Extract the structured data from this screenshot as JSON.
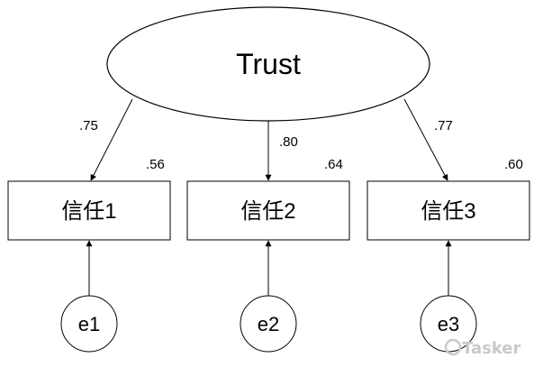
{
  "latent": {
    "label": "Trust"
  },
  "indicators": [
    {
      "label": "信任1",
      "loading": ".75",
      "r2": ".56",
      "error": "e1"
    },
    {
      "label": "信任2",
      "loading": ".80",
      "r2": ".64",
      "error": "e2"
    },
    {
      "label": "信任3",
      "loading": ".77",
      "r2": ".60",
      "error": "e3"
    }
  ],
  "watermark": {
    "text": "Tasker"
  }
}
